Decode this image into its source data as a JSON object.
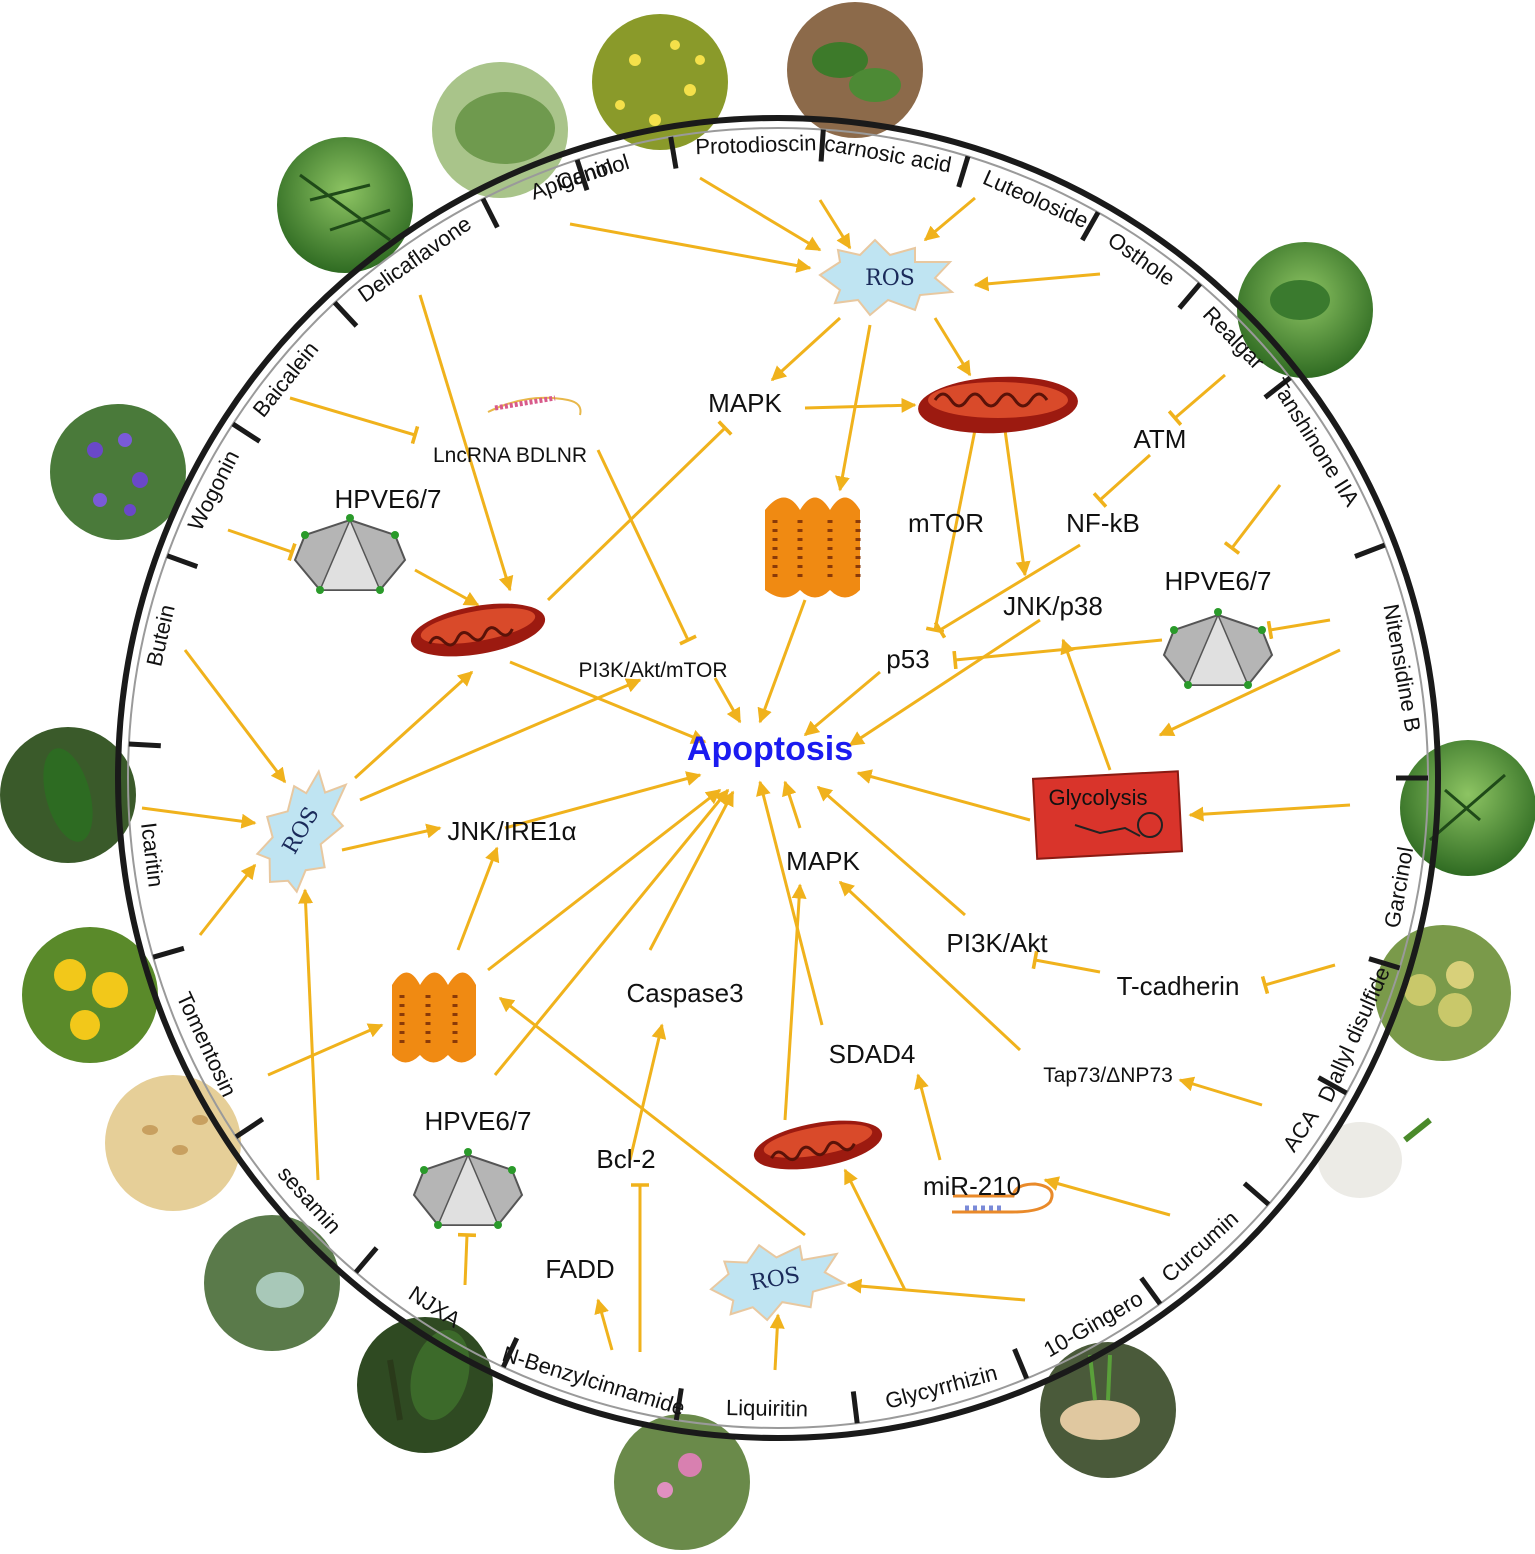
{
  "center": {
    "label": "Apoptosis",
    "color": "#1b1bf0"
  },
  "colors": {
    "arrow": "#f0b21c",
    "ros_fill": "#bfe4f2",
    "mito_outer": "#9c1a10",
    "er_fill": "#f08a12",
    "glycolysis_fill": "#d9342b"
  },
  "rim_compounds": [
    "Canolol",
    "Protodioscin",
    "carnosic acid",
    "Luteoloside",
    "Osthole",
    "Realgar",
    "Tanshinone IIA",
    "Nitensidine B",
    "Garcinol",
    "Diallyl disulfide",
    "ACA",
    "Curcumin",
    "10-Gingero",
    "Glycyrrhizin",
    "Liquiritin",
    "N-Benzylcinnamide",
    "NJXA",
    "sesamin",
    "Tomentosin",
    "Icaritin",
    "Butein",
    "Wogonin",
    "Baicalein",
    "Delicaflavone",
    "Apigenin"
  ],
  "plant_photos": [
    "yellow-flower-field-photo",
    "seedling-photo",
    "fuzzy-leaf-photo",
    "fern-leaf-photo",
    "nettle-leaf-photo",
    "purple-flower-photo",
    "long-leaf-photo",
    "fern-frond-photo",
    "yellow-daisy-photo",
    "garcinia-fruit-photo",
    "sesame-seed-photo",
    "garlic-photo",
    "pale-fruit-photo",
    "pepper-spike-photo",
    "ginger-root-photo",
    "pink-flower-photo"
  ],
  "labels": {
    "ros": "ROS",
    "mapk": "MAPK",
    "lncrna": "LncRNA BDLNR",
    "hpve": "HPVE6/7",
    "atm": "ATM",
    "mtor": "mTOR",
    "nfkb": "NF-kB",
    "jnk_p38": "JNK/p38",
    "p53": "p53",
    "pi3k_akt_mtor": "PI3K/Akt/mTOR",
    "glycolysis": "Glycolysis",
    "jnk_ire1a": "JNK/IRE1α",
    "pi3k_akt": "PI3K/Akt",
    "t_cadherin": "T-cadherin",
    "caspase3": "Caspase3",
    "sdad4": "SDAD4",
    "tap73": "Tap73/ΔNP73",
    "bcl2": "Bcl-2",
    "mir210": "miR-210",
    "fadd": "FADD"
  }
}
